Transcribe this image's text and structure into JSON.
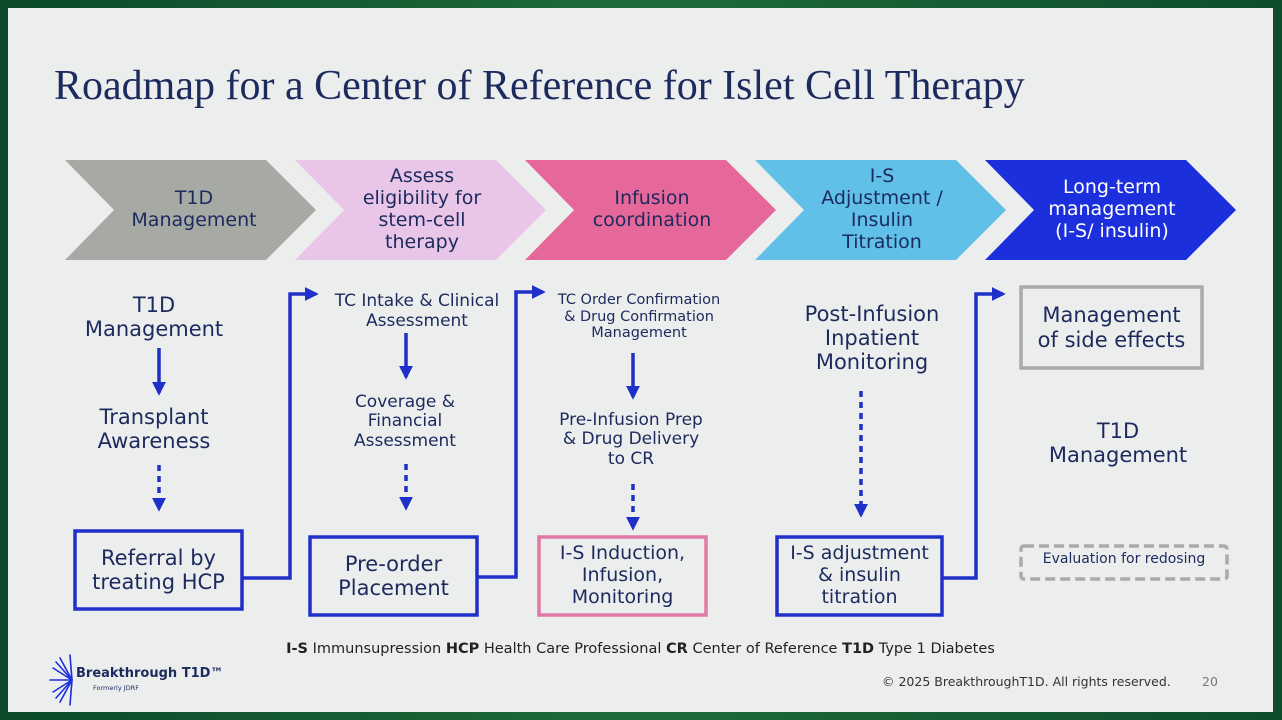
{
  "title": "Roadmap for a Center of Reference for Islet Cell Therapy",
  "phases": [
    {
      "label": "T1D\nManagement",
      "color": "#a7aaa4"
    },
    {
      "label": "Assess\neligibility for\nstem-cell\ntherapy",
      "color": "#e9c6e7"
    },
    {
      "label": "Infusion\ncoordination",
      "color": "#e6689a"
    },
    {
      "label": "I-S\nAdjustment /\nInsulin\nTitration",
      "color": "#60c0e8"
    },
    {
      "label": "Long-term\nmanagement\n(I-S/ insulin)",
      "color": "#1c2fdc"
    }
  ],
  "steps": {
    "col1_step1": "T1D\nManagement",
    "col1_step2": "Transplant\nAwareness",
    "col1_box": "Referral by\ntreating HCP",
    "col2_step1": "TC Intake & Clinical\nAssessment",
    "col2_step2": "Coverage &\nFinancial\nAssessment",
    "col2_box": "Pre-order\nPlacement",
    "col3_step1": "TC Order Confirmation\n& Drug Confirmation\nManagement",
    "col3_step2": "Pre-Infusion Prep\n& Drug Delivery\nto CR",
    "col3_box": "I-S Induction,\nInfusion,\nMonitoring",
    "col4_step1": "Post-Infusion\nInpatient\nMonitoring",
    "col4_box": "I-S adjustment\n& insulin\ntitration",
    "col5_box1": "Management\nof side effects",
    "col5_step": "T1D\nManagement",
    "col5_box2": "Evaluation for redosing"
  },
  "colors": {
    "arrow": "#1f2fc9",
    "navy_text": "#1c2a5e",
    "pink_box": "#e07aa4",
    "gray_box": "#a9aba7",
    "dashed_box": "#a9aba7"
  },
  "legend": [
    {
      "abbr": "I-S",
      "text": "Immunsupression"
    },
    {
      "abbr": "HCP",
      "text": "Health Care Professional"
    },
    {
      "abbr": "CR",
      "text": "Center of Reference"
    },
    {
      "abbr": "T1D",
      "text": "Type 1 Diabetes"
    }
  ],
  "footer": {
    "copyright": "© 2025 BreakthroughT1D. All rights reserved.",
    "page_number": "20",
    "logo_text": "Breakthrough T1D™",
    "logo_subtext": "Formerly JDRF"
  }
}
